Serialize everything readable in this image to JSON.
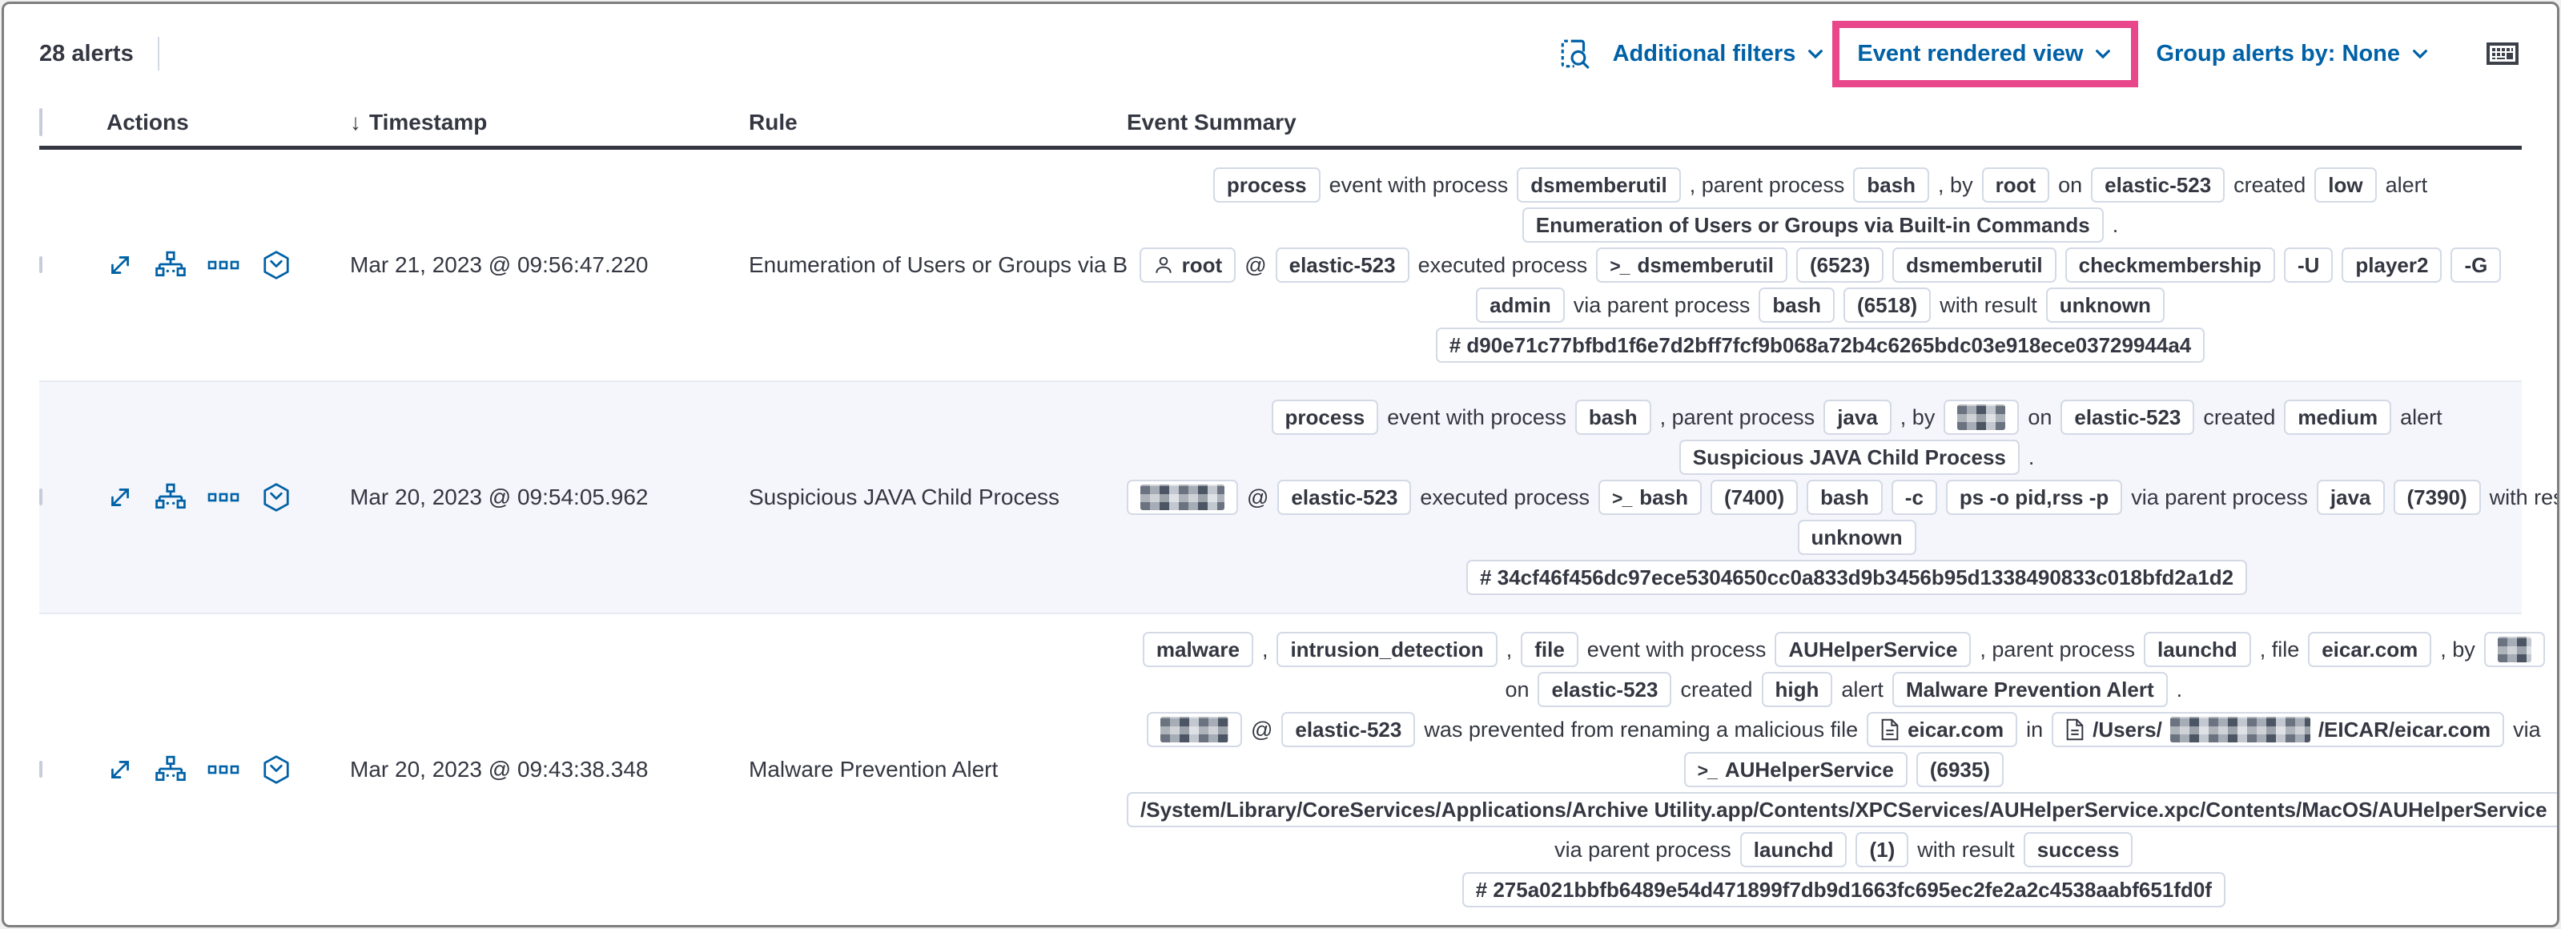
{
  "toolbar": {
    "alert_count": "28 alerts",
    "additional_filters_label": "Additional filters",
    "view_selector_label": "Event rendered view",
    "group_alerts_label": "Group alerts by: None"
  },
  "columns": {
    "actions": "Actions",
    "timestamp": "Timestamp",
    "rule": "Rule",
    "summary": "Event Summary",
    "sort_indicator": "↓"
  },
  "colors": {
    "highlight_pink": "#e8478b",
    "link_blue": "#0061a6",
    "text_dark": "#343741",
    "badge_border": "#d3dae6",
    "stripe_background": "#f4f6fb"
  },
  "action_icons": [
    "expand-alert-icon",
    "analyze-event-icon",
    "more-actions-icon",
    "session-view-icon"
  ],
  "rows": [
    {
      "timestamp": "Mar 21, 2023 @ 09:56:47.220",
      "rule": "Enumeration of Users or Groups via Bui",
      "summary_lines": [
        [
          {
            "badge": "process"
          },
          {
            "text": "event with process"
          },
          {
            "badge": "dsmemberutil"
          },
          {
            "text": ", parent process"
          },
          {
            "badge": "bash"
          },
          {
            "text": ", by"
          },
          {
            "badge": "root"
          },
          {
            "text": "on"
          },
          {
            "badge": "elastic-523"
          },
          {
            "text": "created"
          },
          {
            "badge": "low"
          },
          {
            "text": "alert"
          }
        ],
        [
          {
            "badge": "Enumeration of Users or Groups via Built-in Commands"
          },
          {
            "text": "."
          }
        ],
        [
          {
            "badge": "root",
            "icon": "user"
          },
          {
            "text": "@"
          },
          {
            "badge": "elastic-523"
          },
          {
            "text": "executed process"
          },
          {
            "badge": "dsmemberutil",
            "icon": "terminal"
          },
          {
            "badge": "(6523)"
          },
          {
            "badge": "dsmemberutil"
          },
          {
            "badge": "checkmembership"
          },
          {
            "badge": "-U"
          },
          {
            "badge": "player2"
          },
          {
            "badge": "-G"
          }
        ],
        [
          {
            "badge": "admin"
          },
          {
            "text": "via parent process"
          },
          {
            "badge": "bash"
          },
          {
            "badge": "(6518)"
          },
          {
            "text": "with result"
          },
          {
            "badge": "unknown"
          }
        ],
        [
          {
            "badge": "# d90e71c77bfbd1f6e7d2bff7fcf9b068a72b4c6265bdc03e918ece03729944a4",
            "name": "hash-badge"
          }
        ]
      ]
    },
    {
      "timestamp": "Mar 20, 2023 @ 09:54:05.962",
      "rule": "Suspicious JAVA Child Process",
      "summary_lines": [
        [
          {
            "badge": "process"
          },
          {
            "text": "event with process"
          },
          {
            "badge": "bash"
          },
          {
            "text": ", parent process"
          },
          {
            "badge": "java"
          },
          {
            "text": ", by"
          },
          {
            "redacted": true,
            "w": 60
          },
          {
            "text": "on"
          },
          {
            "badge": "elastic-523"
          },
          {
            "text": "created"
          },
          {
            "badge": "medium"
          },
          {
            "text": "alert"
          }
        ],
        [
          {
            "badge": "Suspicious JAVA Child Process"
          },
          {
            "text": "."
          }
        ],
        [
          {
            "redacted": true,
            "w": 105
          },
          {
            "text": "@"
          },
          {
            "badge": "elastic-523"
          },
          {
            "text": "executed process"
          },
          {
            "badge": "bash",
            "icon": "terminal"
          },
          {
            "badge": "(7400)"
          },
          {
            "badge": "bash"
          },
          {
            "badge": "-c"
          },
          {
            "badge": "ps -o pid,rss -p"
          },
          {
            "text": "via parent process"
          },
          {
            "badge": "java"
          },
          {
            "badge": "(7390)"
          },
          {
            "text": "with result"
          }
        ],
        [
          {
            "badge": "unknown"
          }
        ],
        [
          {
            "badge": "# 34cf46f456dc97ece5304650cc0a833d9b3456b95d1338490833c018bfd2a1d2",
            "name": "hash-badge"
          }
        ]
      ]
    },
    {
      "timestamp": "Mar 20, 2023 @ 09:43:38.348",
      "rule": "Malware Prevention Alert",
      "summary_lines": [
        [
          {
            "badge": "malware"
          },
          {
            "text": ","
          },
          {
            "badge": "intrusion_detection"
          },
          {
            "text": ","
          },
          {
            "badge": "file"
          },
          {
            "text": "event with process"
          },
          {
            "badge": "AUHelperService"
          },
          {
            "text": ", parent process"
          },
          {
            "badge": "launchd"
          },
          {
            "text": ", file"
          },
          {
            "badge": "eicar.com"
          },
          {
            "text": ", by"
          },
          {
            "redacted": true,
            "w": 42
          }
        ],
        [
          {
            "text": "on"
          },
          {
            "badge": "elastic-523"
          },
          {
            "text": "created"
          },
          {
            "badge": "high"
          },
          {
            "text": "alert"
          },
          {
            "badge": "Malware Prevention Alert"
          },
          {
            "text": "."
          }
        ],
        [
          {
            "redacted": true,
            "w": 85
          },
          {
            "text": "@"
          },
          {
            "badge": "elastic-523"
          },
          {
            "text": "was prevented from renaming a malicious file"
          },
          {
            "badge": "eicar.com",
            "icon": "file"
          },
          {
            "text": "in"
          },
          {
            "icon": "file",
            "parts": [
              {
                "text": "/Users/"
              },
              {
                "redacted": true,
                "w": 175
              },
              {
                "text": "/EICAR/eicar.com"
              }
            ]
          },
          {
            "text": "via"
          }
        ],
        [
          {
            "badge": "AUHelperService",
            "icon": "terminal"
          },
          {
            "badge": "(6935)"
          }
        ],
        [
          {
            "badge": "/System/Library/CoreServices/Applications/Archive Utility.app/Contents/XPCServices/AUHelperService.xpc/Contents/MacOS/AUHelperService"
          }
        ],
        [
          {
            "text": "via parent process"
          },
          {
            "badge": "launchd"
          },
          {
            "badge": "(1)"
          },
          {
            "text": "with result"
          },
          {
            "badge": "success"
          }
        ],
        [
          {
            "badge": "# 275a021bbfb6489e54d471899f7db9d1663fc695ec2fe2a2c4538aabf651fd0f",
            "name": "hash-badge"
          }
        ]
      ]
    }
  ]
}
